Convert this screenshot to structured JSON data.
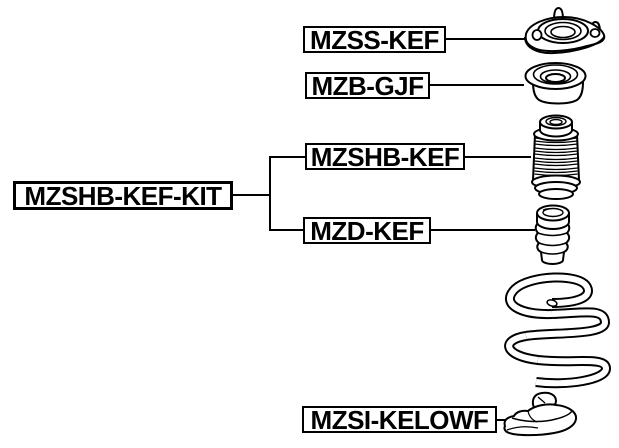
{
  "diagram": {
    "type": "exploded-parts-diagram",
    "colors": {
      "background": "#ffffff",
      "line": "#000000",
      "label_background": "#ffffff",
      "label_border": "#000000",
      "label_text": "#000000"
    },
    "kit": {
      "label": "MZSHB-KEF-KIT",
      "connects_to": [
        "MZSHB-KEF",
        "MZD-KEF"
      ]
    },
    "parts": [
      {
        "label": "MZSS-KEF",
        "drawing": "strut-mount-drawing"
      },
      {
        "label": "MZB-GJF",
        "drawing": "bearing-drawing"
      },
      {
        "label": "MZSHB-KEF",
        "drawing": "shock-boot-drawing"
      },
      {
        "label": "MZD-KEF",
        "drawing": "bump-stop-drawing"
      },
      {
        "label": "MZSI-KELOWF",
        "drawing": "spring-seat-drawing"
      }
    ],
    "unlabeled_drawings": [
      "coil-spring-drawing"
    ]
  }
}
